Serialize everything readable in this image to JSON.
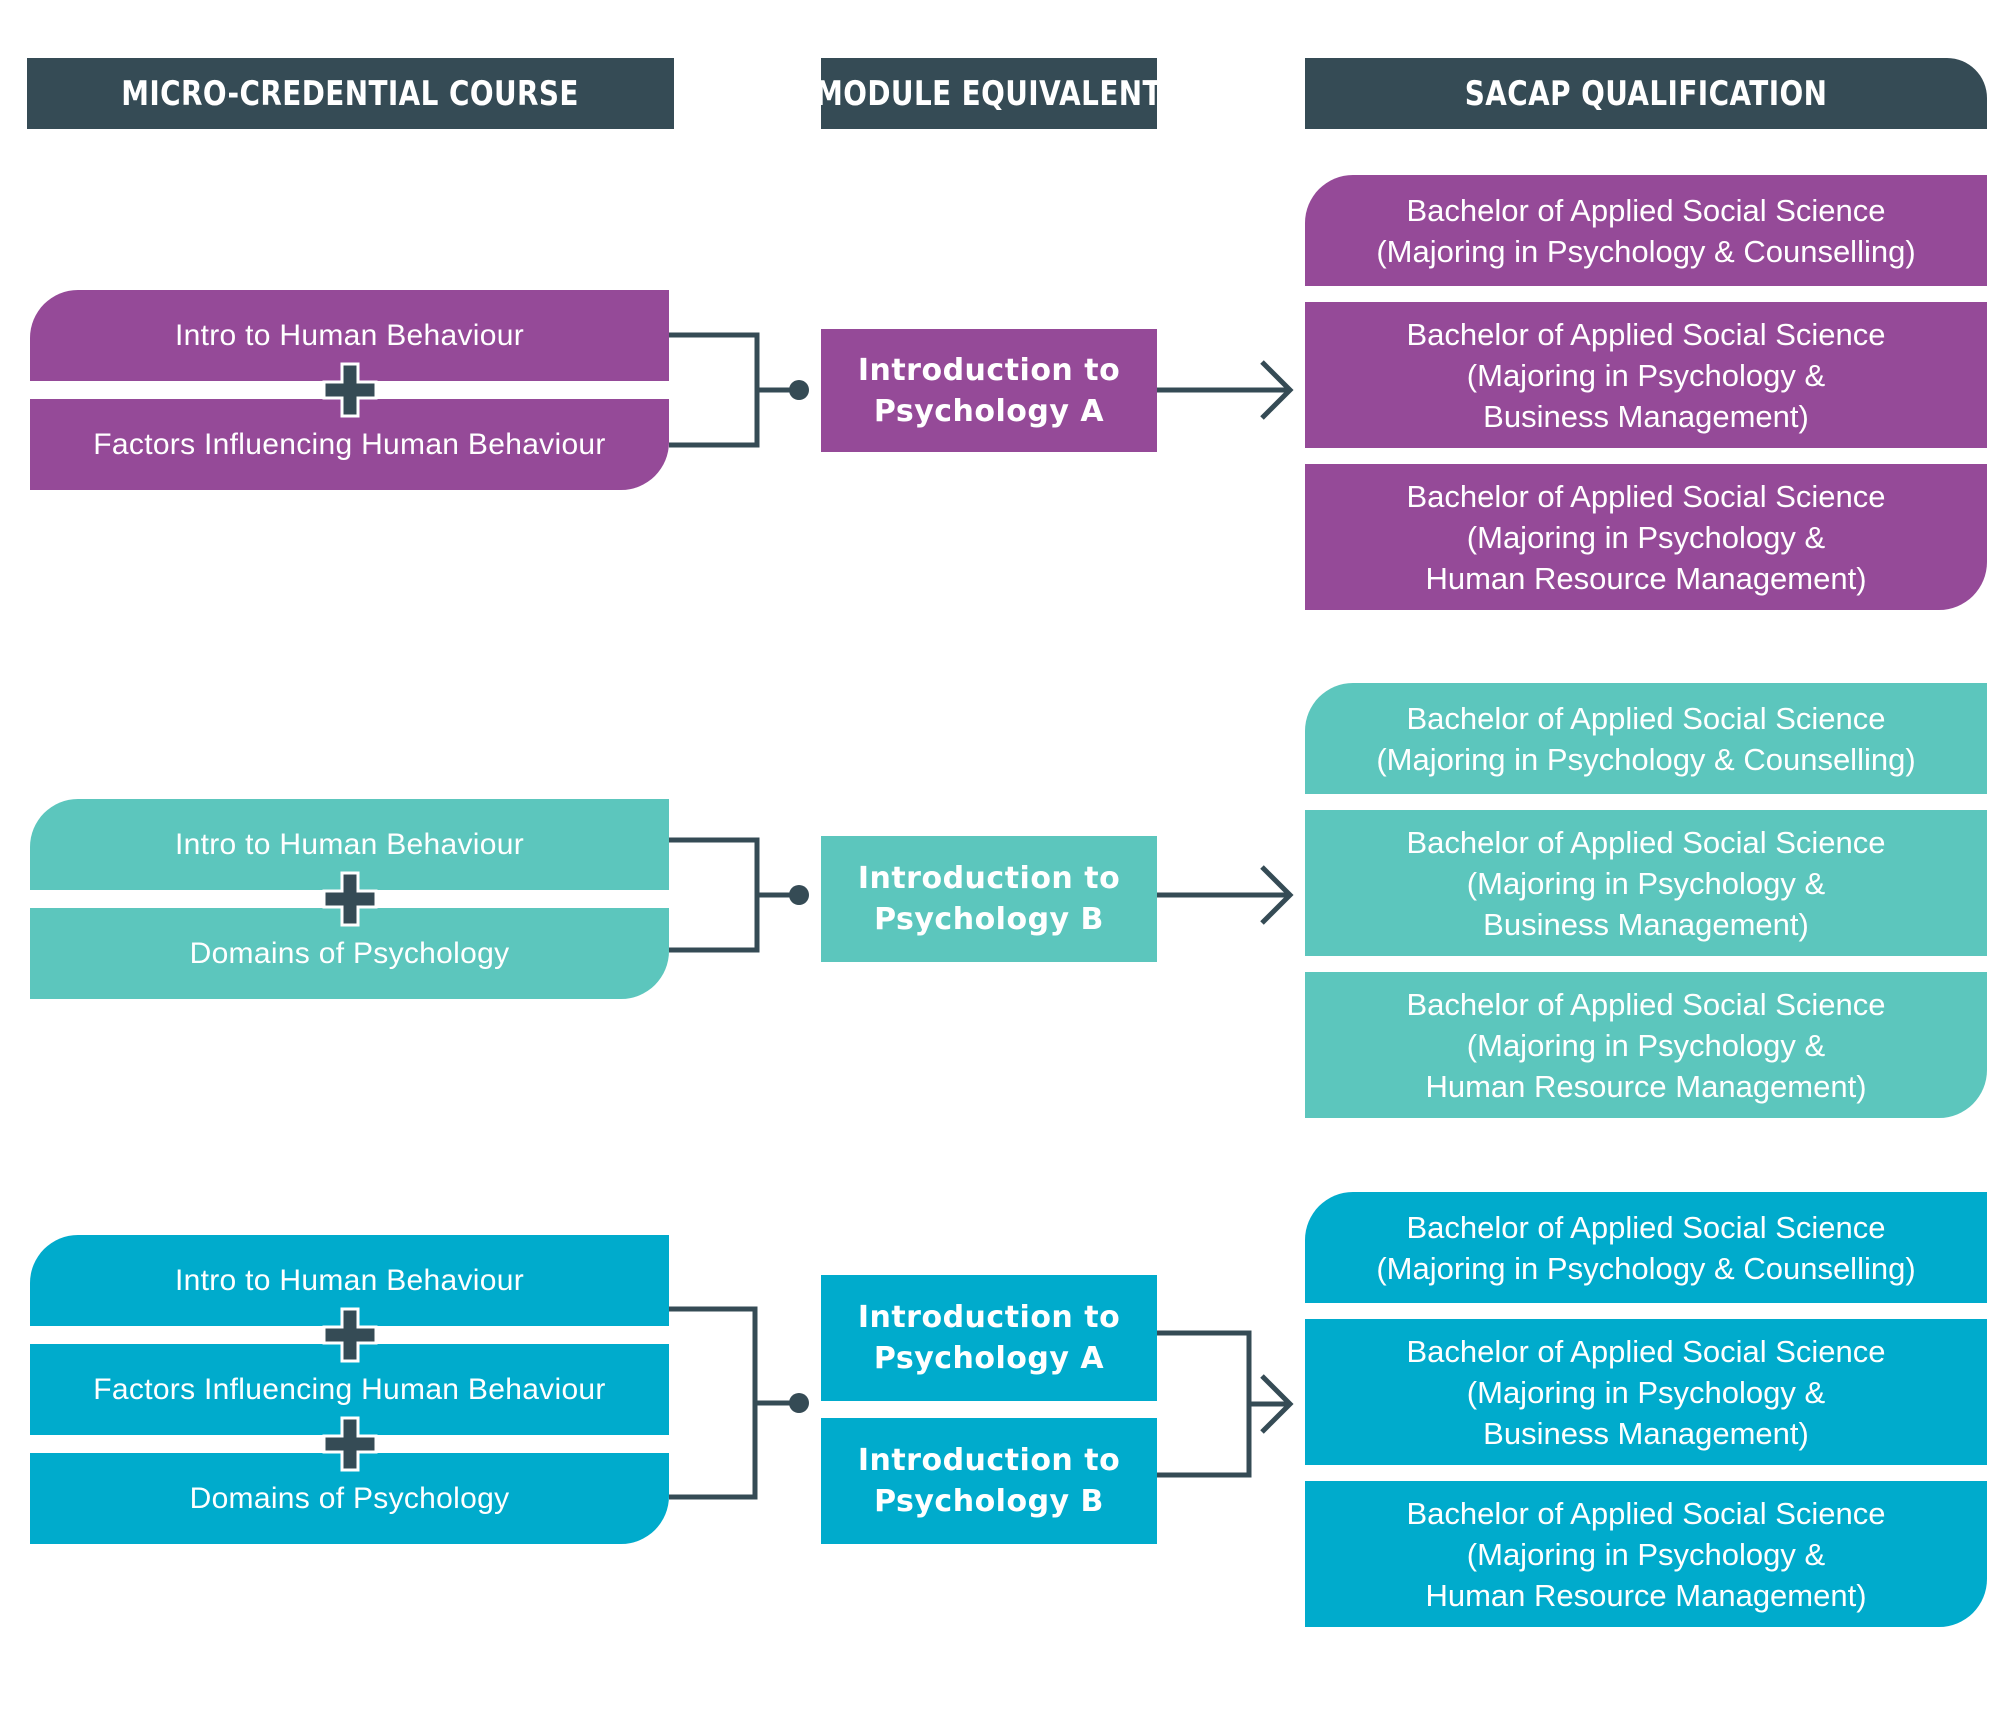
{
  "headers": {
    "course": "MICRO-CREDENTIAL COURSE",
    "module": "MODULE EQUIVALENT",
    "qualification": "SACAP QUALIFICATION"
  },
  "colors": {
    "header": "#354b55",
    "group1": "#954a98",
    "group2": "#5cc6bd",
    "group3": "#00abcc",
    "connector": "#354b55"
  },
  "groups": [
    {
      "courses": [
        "Intro to Human Behaviour",
        "Factors Influencing Human Behaviour"
      ],
      "modules": [
        {
          "line1": "Introduction to",
          "line2": "Psychology A"
        }
      ],
      "qualifications": [
        {
          "line1": "Bachelor of Applied Social Science",
          "line2": "(Majoring in Psychology & Counselling)",
          "line3": ""
        },
        {
          "line1": "Bachelor of Applied Social Science",
          "line2": "(Majoring in Psychology &",
          "line3": "Business Management)"
        },
        {
          "line1": "Bachelor of Applied Social Science",
          "line2": "(Majoring in Psychology &",
          "line3": "Human Resource Management)"
        }
      ]
    },
    {
      "courses": [
        "Intro to Human Behaviour",
        "Domains of Psychology"
      ],
      "modules": [
        {
          "line1": "Introduction to",
          "line2": "Psychology B"
        }
      ],
      "qualifications": [
        {
          "line1": "Bachelor of Applied Social Science",
          "line2": "(Majoring in Psychology & Counselling)",
          "line3": ""
        },
        {
          "line1": "Bachelor of Applied Social Science",
          "line2": "(Majoring in Psychology &",
          "line3": "Business Management)"
        },
        {
          "line1": "Bachelor of Applied Social Science",
          "line2": "(Majoring in Psychology &",
          "line3": "Human Resource Management)"
        }
      ]
    },
    {
      "courses": [
        "Intro to Human Behaviour",
        "Factors Influencing Human Behaviour",
        "Domains of Psychology"
      ],
      "modules": [
        {
          "line1": "Introduction to",
          "line2": "Psychology A"
        },
        {
          "line1": "Introduction to",
          "line2": "Psychology B"
        }
      ],
      "qualifications": [
        {
          "line1": "Bachelor of Applied Social Science",
          "line2": "(Majoring in Psychology & Counselling)",
          "line3": ""
        },
        {
          "line1": "Bachelor of Applied Social Science",
          "line2": "(Majoring in Psychology &",
          "line3": "Business Management)"
        },
        {
          "line1": "Bachelor of Applied Social Science",
          "line2": "(Majoring in Psychology &",
          "line3": "Human Resource Management)"
        }
      ]
    }
  ]
}
